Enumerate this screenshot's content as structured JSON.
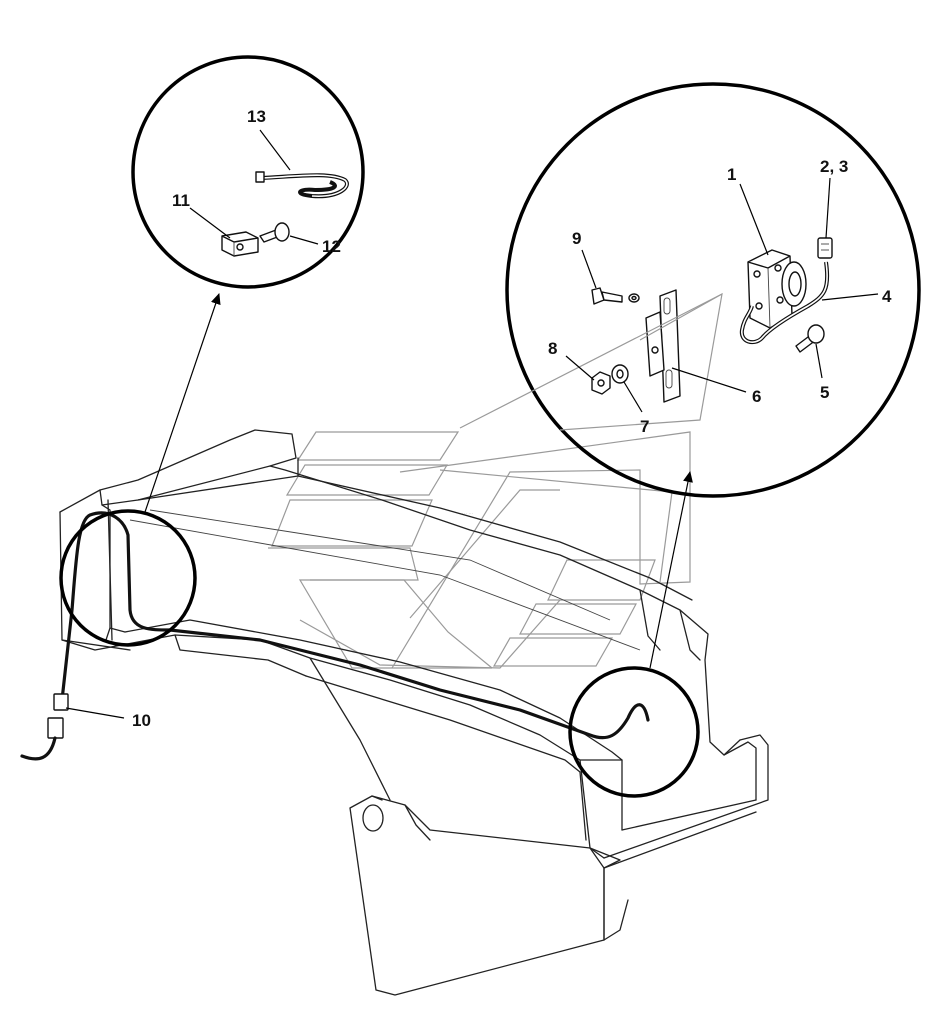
{
  "callouts": {
    "c1": "1",
    "c2_3": "2, 3",
    "c4": "4",
    "c5": "5",
    "c6": "6",
    "c7": "7",
    "c8": "8",
    "c9": "9",
    "c10": "10",
    "c11": "11",
    "c12": "12",
    "c13": "13"
  }
}
